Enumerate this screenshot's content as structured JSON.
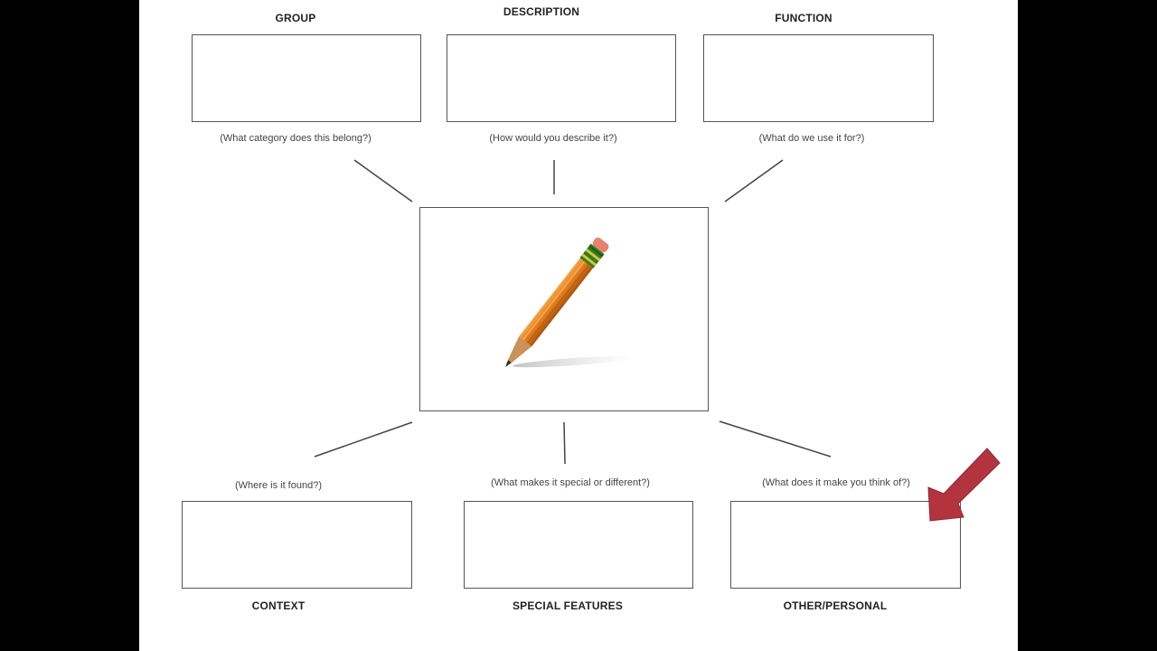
{
  "top_nodes": [
    {
      "heading": "GROUP",
      "prompt": "(What category does this belong?)"
    },
    {
      "heading": "DESCRIPTION",
      "prompt": "(How would you describe it?)"
    },
    {
      "heading": "FUNCTION",
      "prompt": "(What do we use it for?)"
    }
  ],
  "bottom_nodes": [
    {
      "heading": "CONTEXT",
      "prompt": "(Where is it found?)"
    },
    {
      "heading": "SPECIAL FEATURES",
      "prompt": "(What makes it special or different?)"
    },
    {
      "heading": "OTHER/PERSONAL",
      "prompt": "(What does it make you think of?)"
    }
  ],
  "center": {
    "icon": "pencil-icon"
  },
  "pointer": {
    "icon": "arrow-icon",
    "color": "#b3343f"
  },
  "colors": {
    "background": "#000000",
    "sheet": "#ffffff",
    "box_border": "#555555",
    "pencil_body": "#e07a1c",
    "pencil_band": "#3a8a2a",
    "eraser": "#e9826d"
  }
}
